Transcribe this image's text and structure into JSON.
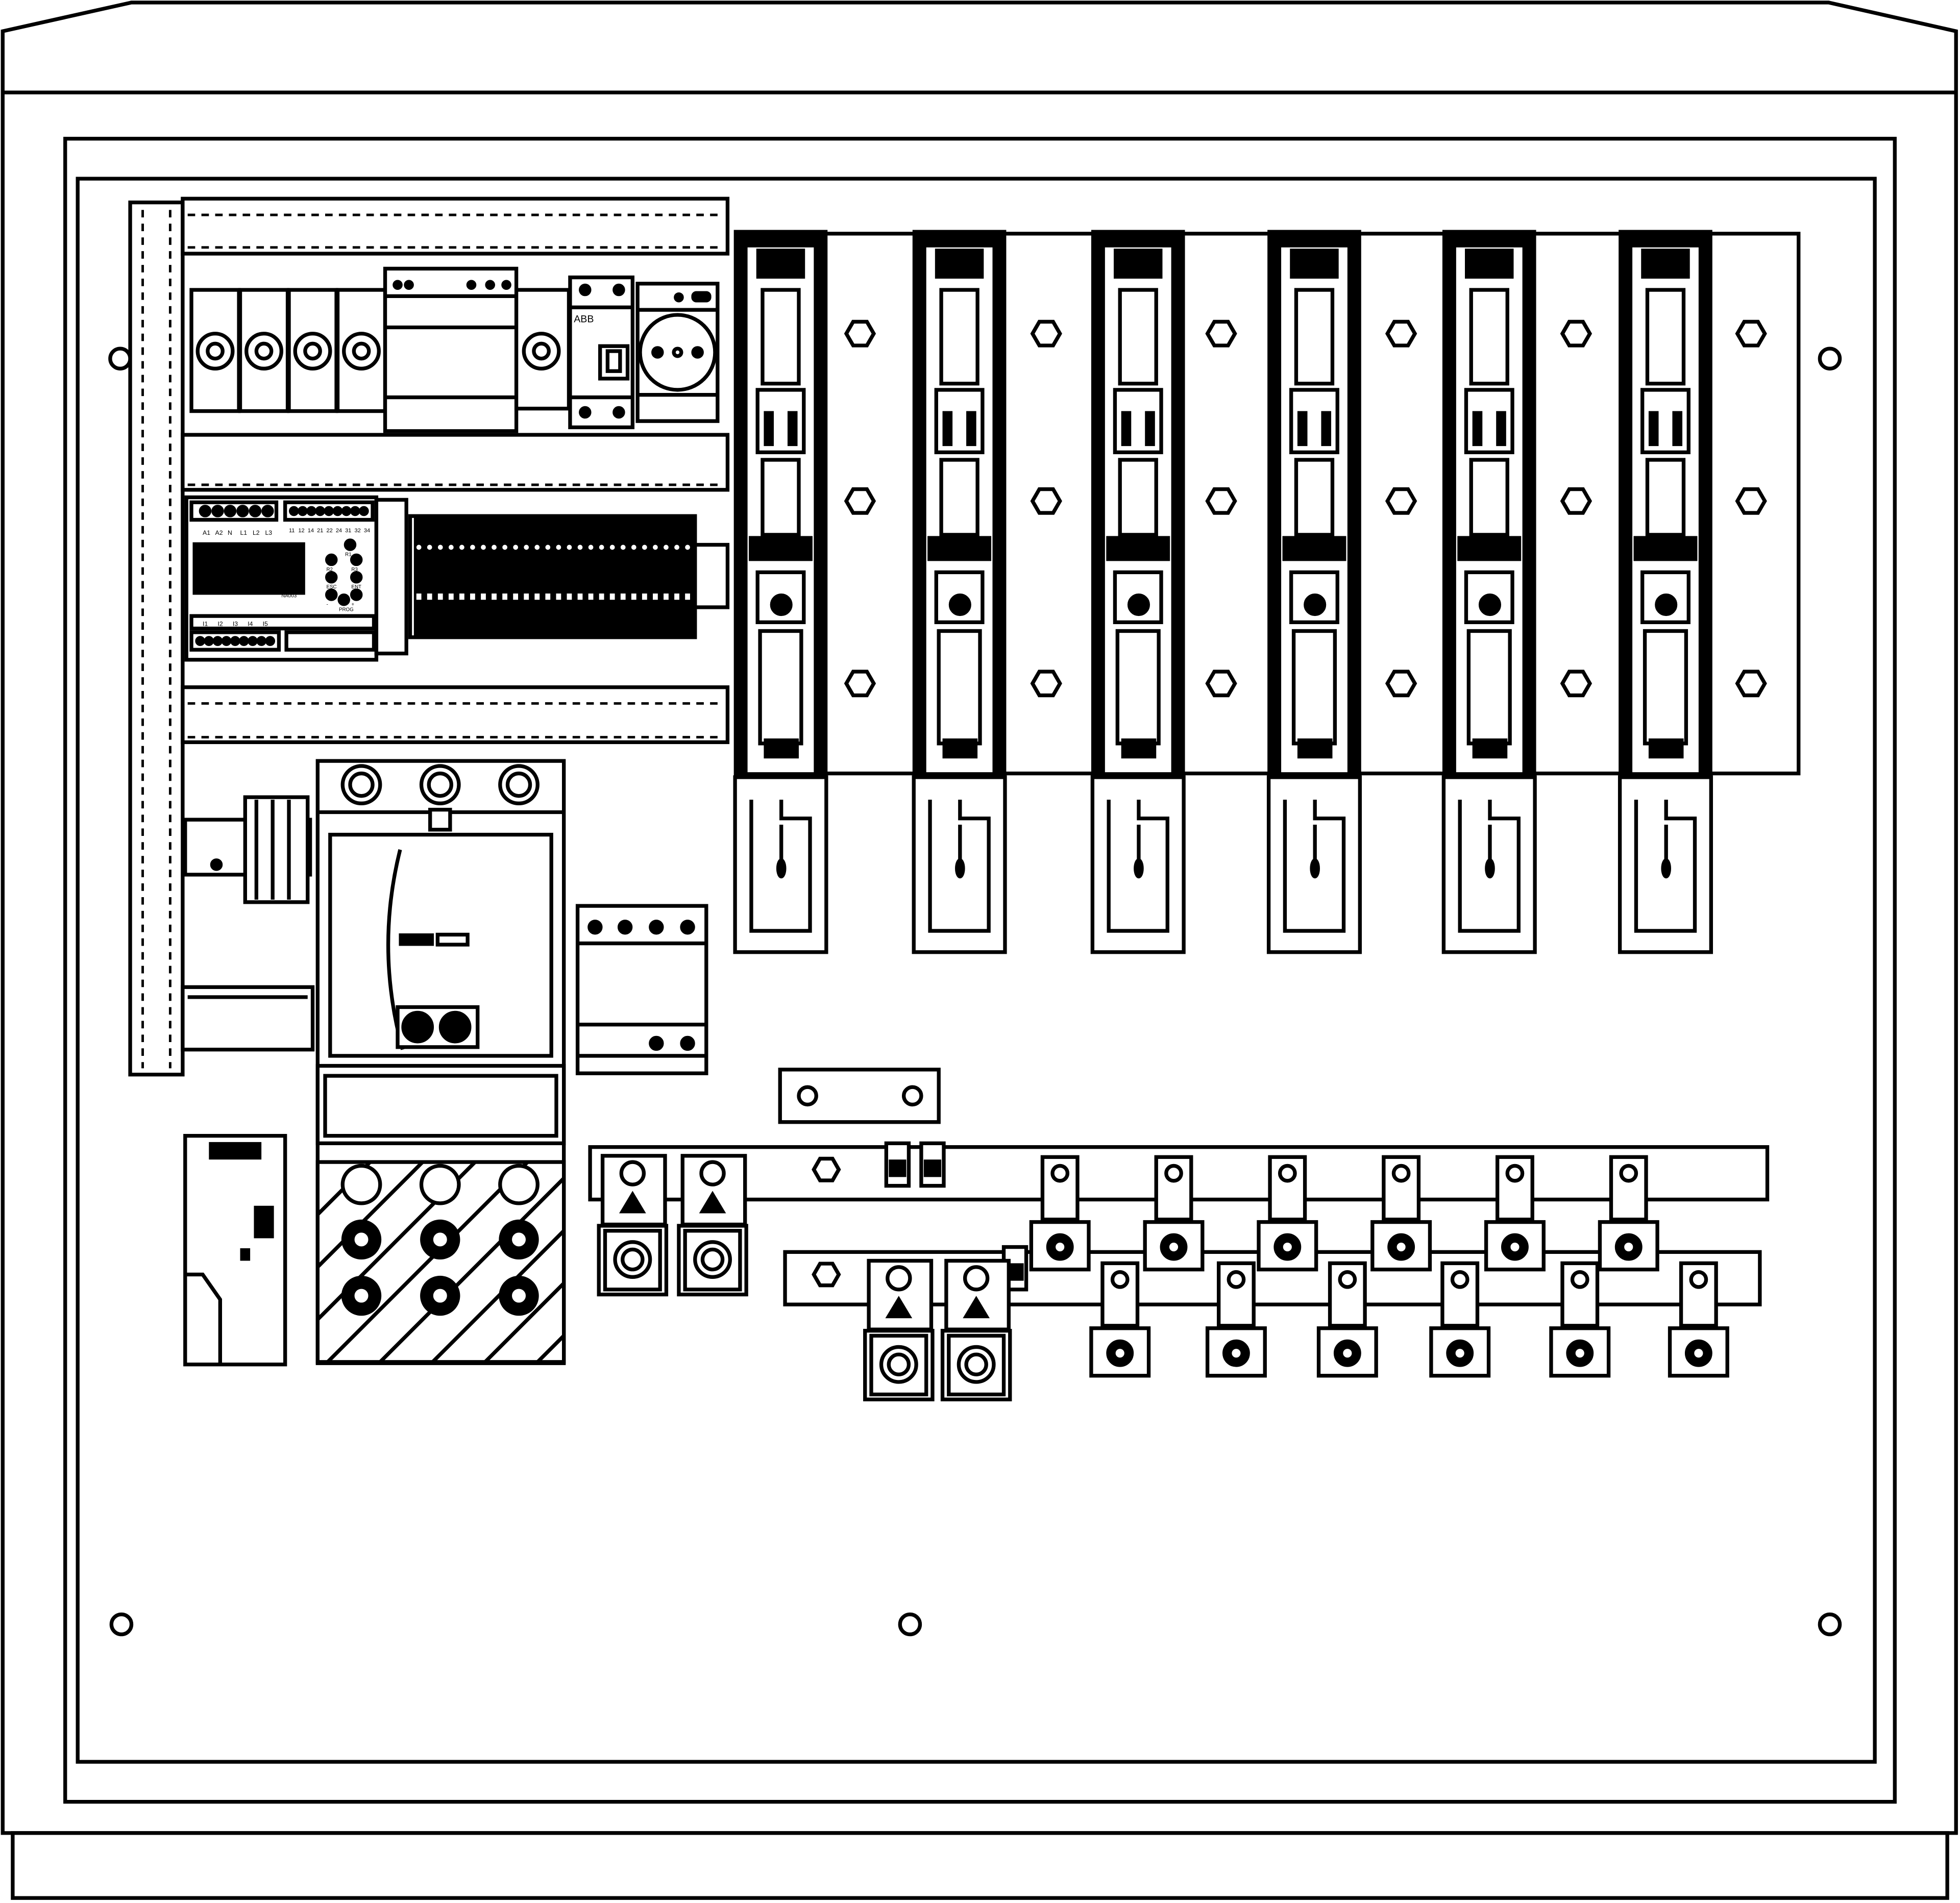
{
  "breaker_brand": "ABB",
  "controller": {
    "supply_terminals": [
      "A1",
      "A2",
      "N",
      "L1",
      "L2",
      "L3"
    ],
    "relay_terminals": [
      "11",
      "12",
      "14",
      "21",
      "22",
      "24",
      "31",
      "32",
      "34"
    ],
    "model": "NA003",
    "buttons": [
      "R1",
      "R2",
      "R3",
      "ESC",
      "ENT",
      "-",
      "+",
      "PROG"
    ],
    "inputs": [
      "I1",
      "I2",
      "I3",
      "I4",
      "I5"
    ]
  },
  "counts": {
    "fuse_switches": 6,
    "upper_clamps": 6,
    "lower_clamps": 6
  }
}
